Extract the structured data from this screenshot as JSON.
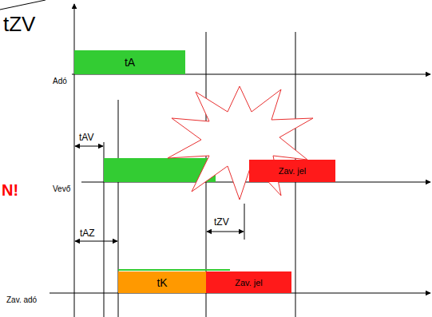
{
  "diagram": {
    "nodes": [
      {
        "text": [
          "tA"
        ]
      },
      {
        "text": [
          "Zav. jel"
        ]
      },
      {
        "text": [
          "tK"
        ]
      },
      {
        "text": [
          "Zav. jel"
        ]
      }
    ],
    "edges": [],
    "labels": [
      "tZV",
      "Adó",
      "N!",
      "tAV",
      "Vevő",
      "tAZ",
      "tZV",
      "Zav. adó"
    ]
  }
}
